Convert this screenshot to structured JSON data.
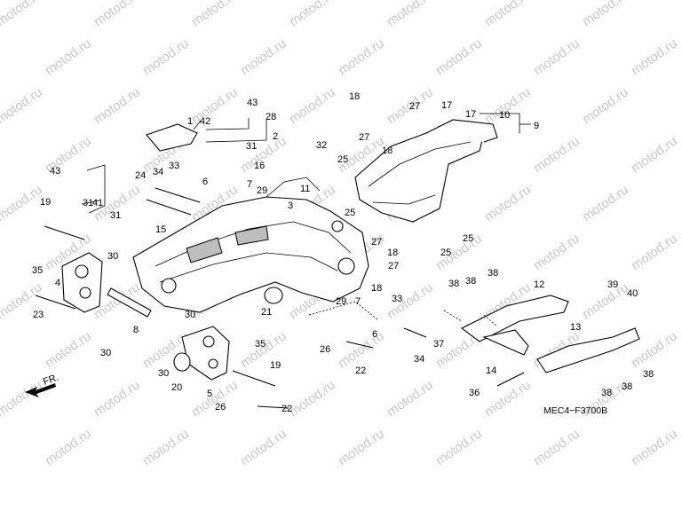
{
  "watermark": {
    "text": "motod.ru"
  },
  "diagram": {
    "code": "MEC4−F3700B",
    "front_label": "FR."
  },
  "callouts": {
    "c1": "1",
    "c2": "2",
    "c3": "3",
    "c4": "4",
    "c5": "5",
    "c6a": "6",
    "c6b": "6",
    "c7a": "7",
    "c7b": "7",
    "c8": "8",
    "c9": "9",
    "c10": "10",
    "c11": "11",
    "c12": "12",
    "c13": "13",
    "c14": "14",
    "c15": "15",
    "c16": "16",
    "c17a": "17",
    "c17b": "17",
    "c18a": "18",
    "c18b": "18",
    "c18c": "18",
    "c18d": "18",
    "c19a": "19",
    "c19b": "19",
    "c20": "20",
    "c21": "21",
    "c22a": "22",
    "c22b": "22",
    "c23": "23",
    "c24": "24",
    "c25a": "25",
    "c25b": "25",
    "c25c": "25",
    "c25d": "25",
    "c26a": "26",
    "c26b": "26",
    "c27a": "27",
    "c27b": "27",
    "c27c": "27",
    "c27d": "27",
    "c28": "28",
    "c29a": "29",
    "c29b": "29",
    "c30a": "30",
    "c30b": "30",
    "c30c": "30",
    "c30d": "30",
    "c31a": "31",
    "c31b": "31",
    "c31c": "31",
    "c32": "32",
    "c33a": "33",
    "c33b": "33",
    "c34a": "34",
    "c34b": "34",
    "c35a": "35",
    "c35b": "35",
    "c36": "36",
    "c37": "37",
    "c38a": "38",
    "c38b": "38",
    "c38c": "38",
    "c38d": "38",
    "c38e": "38",
    "c38f": "38",
    "c39": "39",
    "c40": "40",
    "c41": "41",
    "c42": "42",
    "c43a": "43",
    "c43b": "43"
  }
}
